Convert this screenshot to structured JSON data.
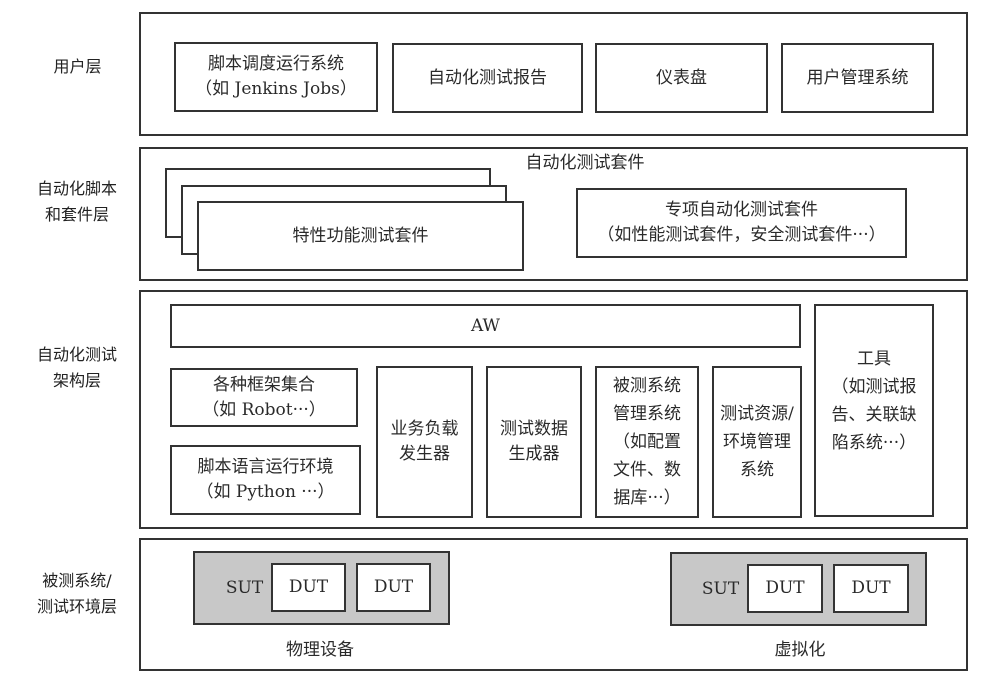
{
  "layers": {
    "user": {
      "label": "用户层",
      "items": [
        {
          "title": "脚本调度运行系统",
          "sub": "（如 Jenkins Jobs）"
        },
        {
          "title": "自动化测试报告"
        },
        {
          "title": "仪表盘"
        },
        {
          "title": "用户管理系统"
        }
      ]
    },
    "scripts": {
      "label": "自动化脚本\n和套件层",
      "group_title": "自动化测试套件",
      "feature_suite": "特性功能测试套件",
      "special_suite": {
        "title": "专项自动化测试套件",
        "sub": "（如性能测试套件，安全测试套件···）"
      }
    },
    "framework": {
      "label": "自动化测试\n架构层",
      "aw": "AW",
      "frameworks": {
        "title": "各种框架集合",
        "sub": "（如 Robot···）"
      },
      "runtime": {
        "title": "脚本语言运行环境",
        "sub": "（如 Python ···）"
      },
      "load_generator": "业务负载\n发生器",
      "data_generator": "测试数据\n生成器",
      "sut_management": "被测系统\n管理系统\n（如配置\n文件、数\n据库···）",
      "resource_management": "测试资源/\n环境管理\n系统",
      "tools": "工具\n（如测试报\n告、关联缺\n陷系统···）"
    },
    "environment": {
      "label": "被测系统/\n测试环境层",
      "groups": [
        {
          "name": "物理设备",
          "sut": "SUT",
          "duts": [
            "DUT",
            "DUT"
          ]
        },
        {
          "name": "虚拟化",
          "sut": "SUT",
          "duts": [
            "DUT",
            "DUT"
          ]
        }
      ]
    }
  },
  "colors": {
    "border": "#333333",
    "sut_fill": "#c8c8c8",
    "background": "#ffffff"
  }
}
